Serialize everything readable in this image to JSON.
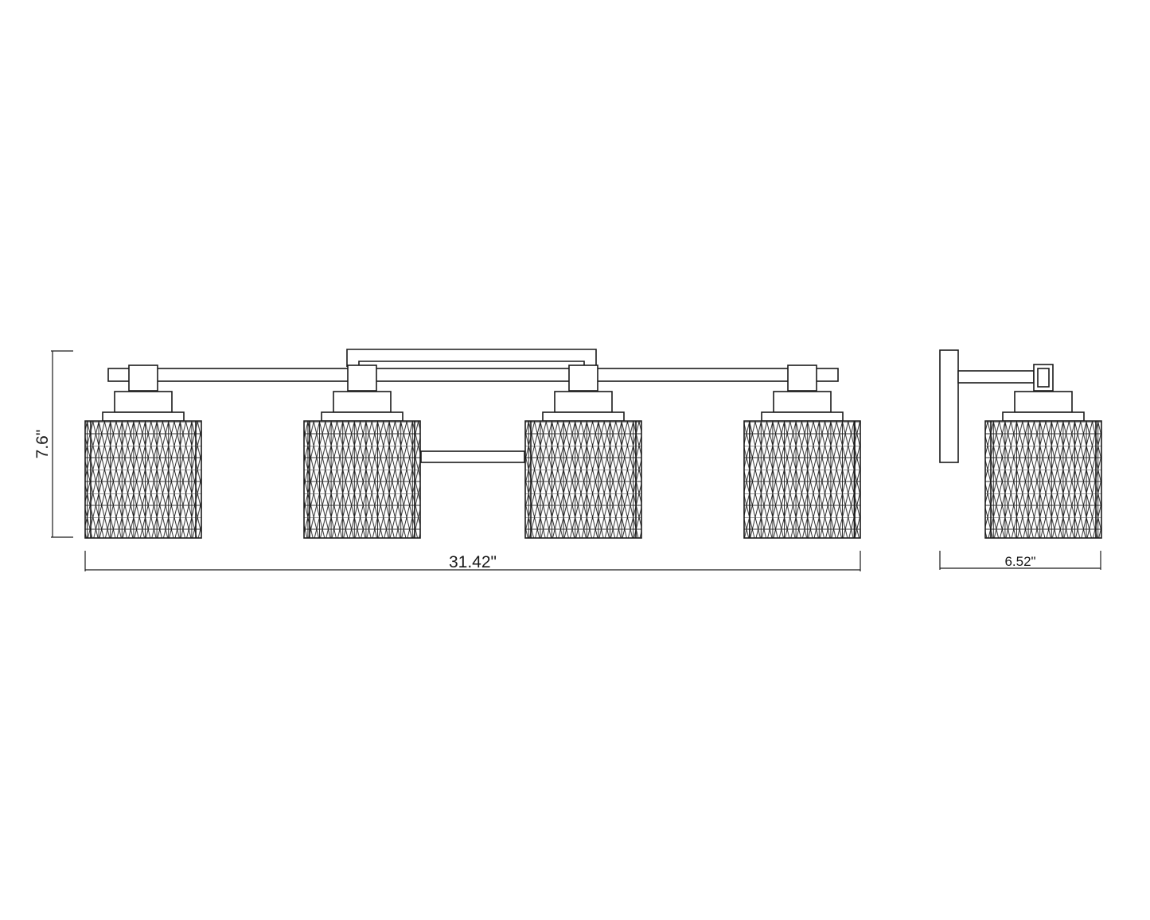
{
  "dimensions": {
    "height_label": "7.6\"",
    "width_label": "31.42\"",
    "depth_label": "6.52\""
  },
  "fixture": {
    "front_view_shade_count": 4,
    "side_view_shade_count": 1
  }
}
